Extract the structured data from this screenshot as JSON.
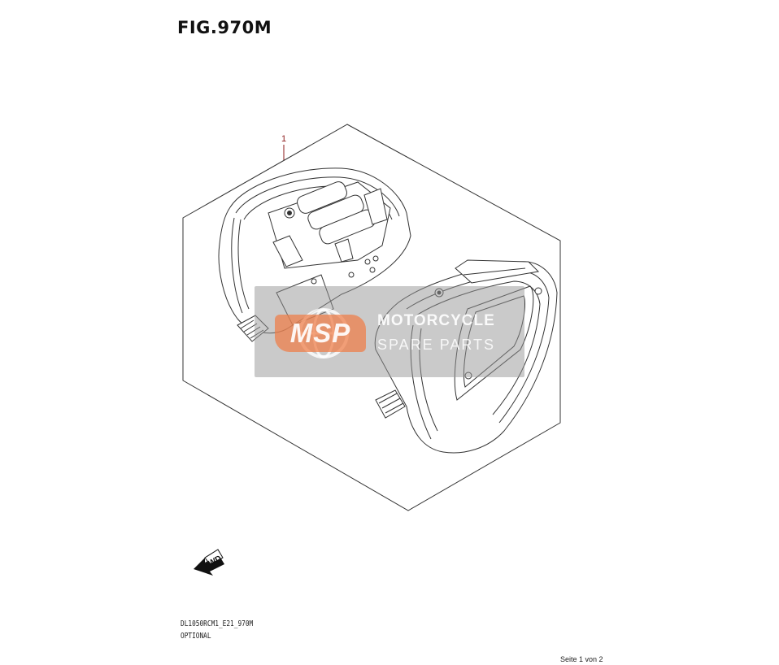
{
  "figure": {
    "title": "FIG.970M",
    "part_callout": "1",
    "model_code": "DL1050RCM1_E21_970M",
    "note": "OPTIONAL",
    "page_info": "Seite 1 von 2"
  },
  "direction_arrow": {
    "label": "FWD",
    "icon": "forward-arrow-icon"
  },
  "watermark": {
    "logo_text": "MSP",
    "line1": "MOTORCYCLE",
    "line2": "SPARE PARTS",
    "icon": "globe-icon"
  },
  "colors": {
    "line": "#333333",
    "callout": "#8b1a1a",
    "watermark_bg": "#969696",
    "watermark_logo": "#f07d46"
  }
}
